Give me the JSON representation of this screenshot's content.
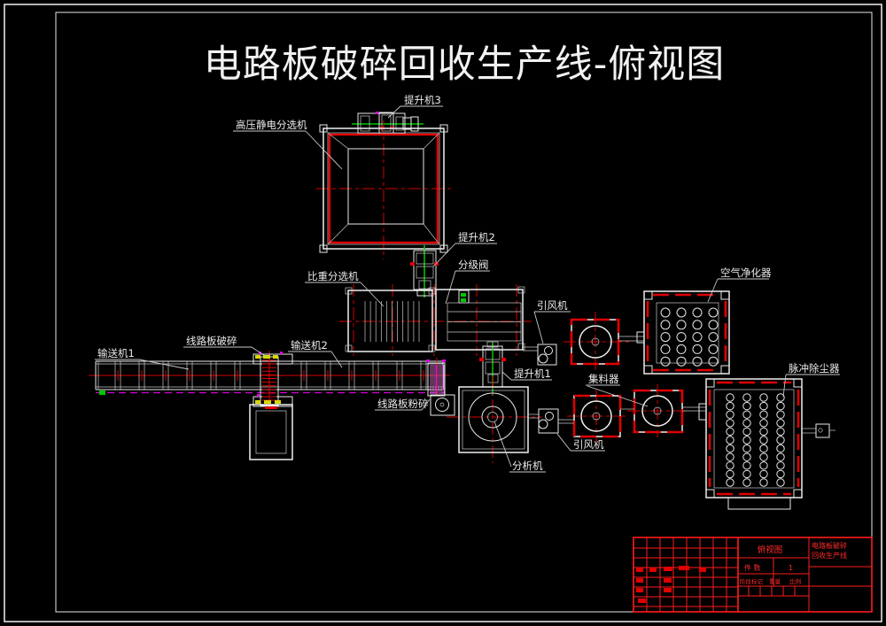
{
  "title": "电路板破碎回收生产线-俯视图",
  "labels": {
    "elevator_3": "提升机3",
    "hv_electrostatic_separator": "高压静电分选机",
    "elevator_2": "提升机2",
    "grading_valve": "分级阀",
    "gravity_separator": "比重分选机",
    "conveyor_1": "输送机1",
    "board_crusher": "线路板破碎",
    "conveyor_2": "输送机2",
    "board_pulverizer": "线路板粉碎",
    "elevator_1": "提升机1",
    "analyzer": "分析机",
    "draft_fan_upper": "引风机",
    "draft_fan_lower": "引风机",
    "material_collector": "集料器",
    "air_purifier": "空气净化器",
    "pulse_dust_collector": "脉冲除尘器"
  },
  "title_block": {
    "view_name": "俯视图",
    "project_line1": "电路板破碎",
    "project_line2": "回收生产线",
    "qty_label": "件 数",
    "qty_value": "1",
    "stage_label": "阶段标记",
    "weight_label": "重量",
    "scale_label": "比例"
  },
  "colors": {
    "background": "#000000",
    "line_white": "#e8e8e8",
    "centerline_red": "#d40000",
    "elevator_green": "#00c800",
    "phantom_magenta": "#d800d8",
    "accent_yellow": "#d8d800",
    "title_block_red": "#ff1c1c"
  }
}
